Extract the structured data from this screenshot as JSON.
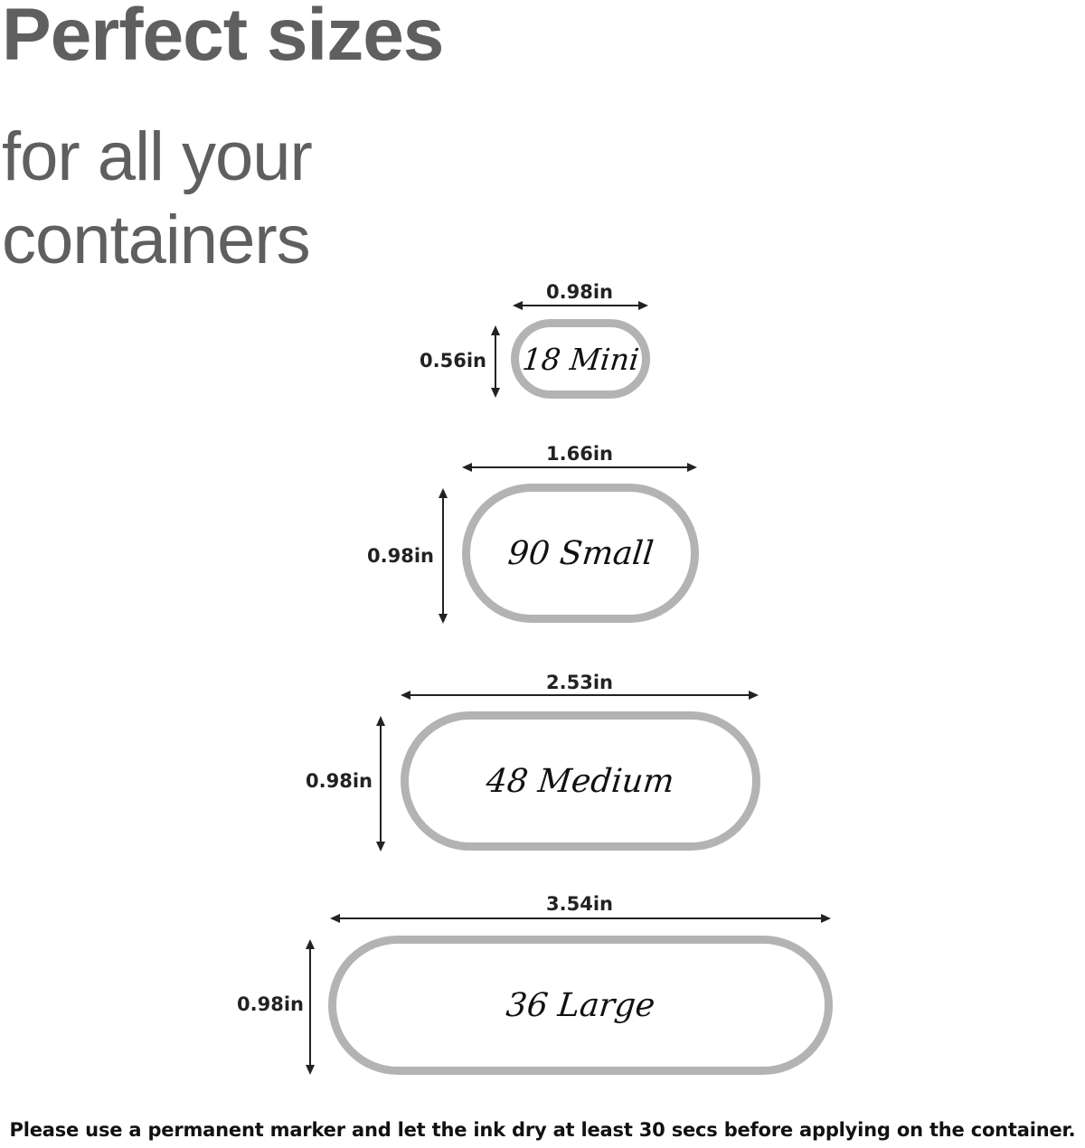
{
  "heading": {
    "title": "Perfect sizes",
    "subtitle_line1": "for all your",
    "subtitle_line2": "containers"
  },
  "labels": [
    {
      "name": "18 Mini",
      "width": "0.98in",
      "height": "0.56in"
    },
    {
      "name": "90 Small",
      "width": "1.66in",
      "height": "0.98in"
    },
    {
      "name": "48 Medium",
      "width": "2.53in",
      "height": "0.98in"
    },
    {
      "name": "36 Large",
      "width": "3.54in",
      "height": "0.98in"
    }
  ],
  "footer_note": "Please use a permanent marker and let the ink dry at least 30 secs before applying on the container.",
  "colors": {
    "heading": "#5f5f5f",
    "label_outline": "#b3b3b3",
    "text": "#111111"
  }
}
